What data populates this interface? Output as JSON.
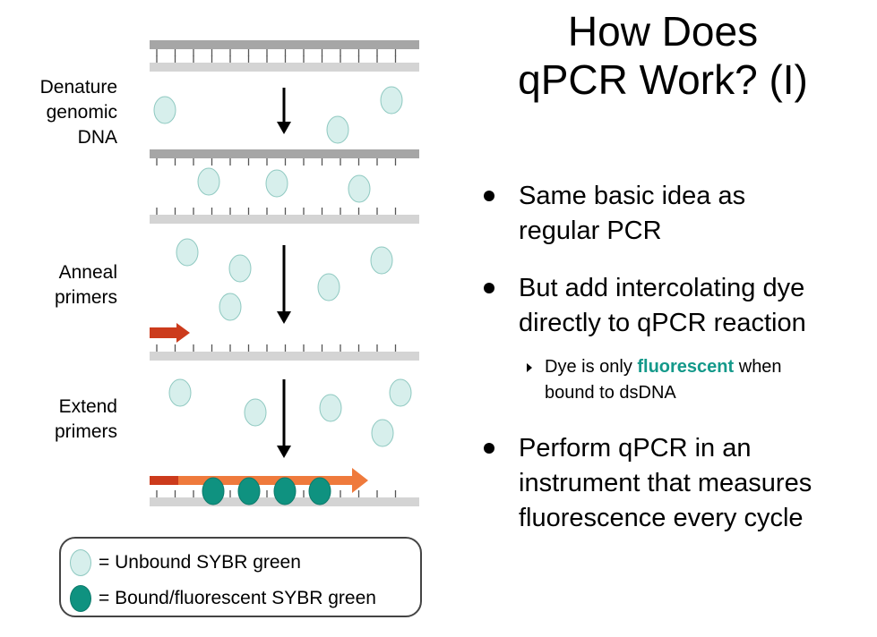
{
  "title": {
    "line1": "How Does",
    "line2": "qPCR Work? (I)"
  },
  "steps": [
    {
      "line1": "Denature",
      "line2": "genomic",
      "line3": "DNA"
    },
    {
      "line1": "Anneal",
      "line2": "primers"
    },
    {
      "line1": "Extend",
      "line2": "primers"
    }
  ],
  "bullets": [
    {
      "line1": "Same basic idea as",
      "line2": "regular PCR"
    },
    {
      "line1": "But add intercolating dye",
      "line2": "directly to qPCR reaction"
    },
    {
      "line1": "Perform qPCR in an",
      "line2": "instrument that measures",
      "line3": "fluorescence every cycle"
    }
  ],
  "subbullet": {
    "before": "Dye is only ",
    "highlight": "fluorescent",
    "after": " when",
    "line2": "bound to dsDNA"
  },
  "legend": {
    "unbound": "= Unbound SYBR green",
    "bound": "= Bound/fluorescent SYBR green"
  },
  "colors": {
    "unbound_dye": "#d7efec",
    "bound_dye": "#0f9280",
    "highlight_text": "#14998a",
    "primer": "#cc3b1c",
    "extension": "#ef7a3c",
    "strand_dark": "#a6a6a6",
    "strand_light": "#d4d4d4"
  },
  "icons": [
    "down-arrow-icon",
    "primer-arrow-icon",
    "extension-arrow-icon",
    "dye-molecule-icon"
  ]
}
